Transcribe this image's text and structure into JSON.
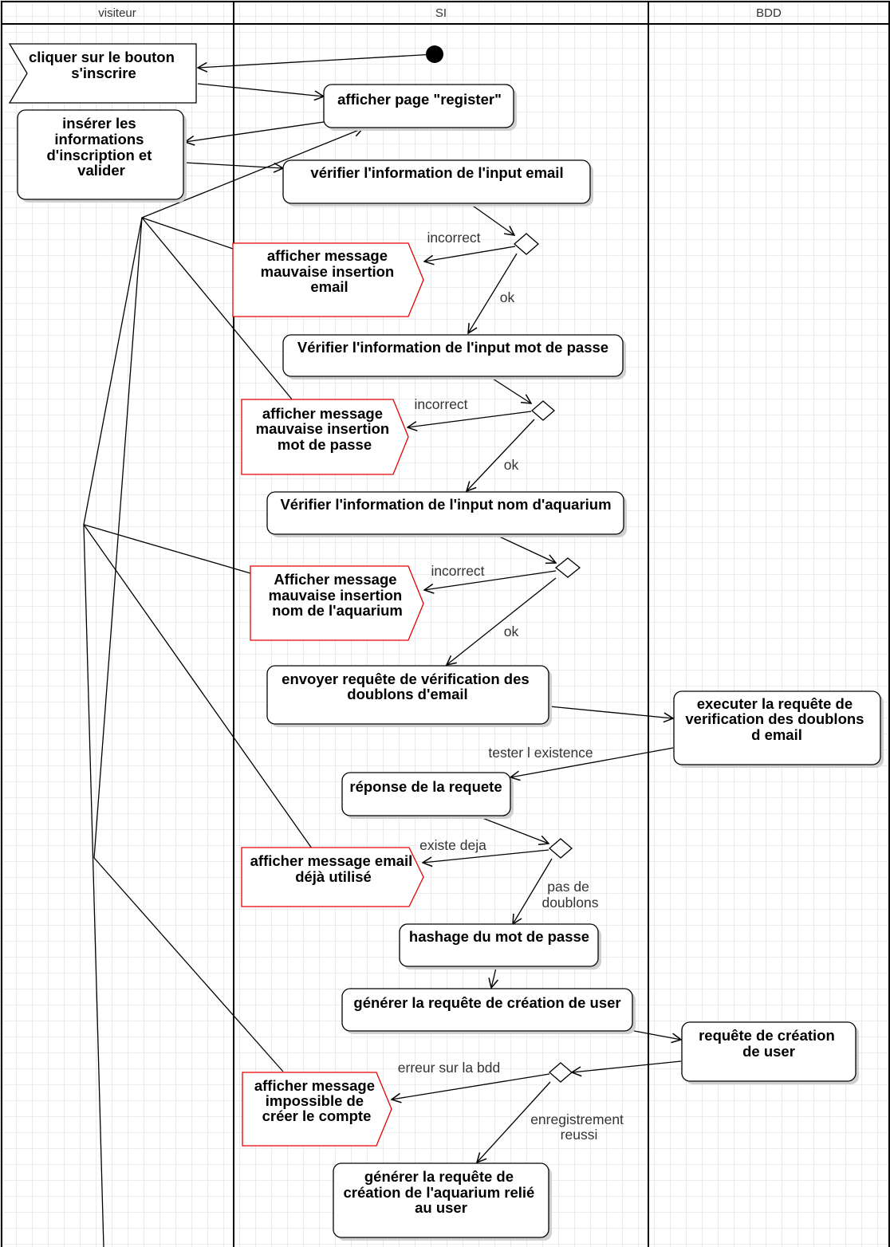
{
  "lanes": [
    {
      "id": "visitor",
      "title": "visiteur"
    },
    {
      "id": "system",
      "title": "SI"
    },
    {
      "id": "database",
      "title": "BDD"
    }
  ],
  "nodes": {
    "start": {
      "type": "initial-node"
    },
    "click_register": {
      "type": "event",
      "lines": [
        "cliquer sur le bouton",
        "s'inscrire"
      ]
    },
    "show_register_page": {
      "type": "action",
      "lines": [
        "afficher page \"register\""
      ]
    },
    "enter_info": {
      "type": "action",
      "lines": [
        "insérer les",
        "informations",
        "d'inscription et",
        "valider"
      ]
    },
    "check_email": {
      "type": "action",
      "lines": [
        "vérifier l'information de l'input email"
      ]
    },
    "msg_bad_email": {
      "type": "signal",
      "lines": [
        "afficher message",
        "mauvaise insertion",
        "email"
      ]
    },
    "check_password": {
      "type": "action",
      "lines": [
        "Vérifier l'information de l'input mot de passe"
      ]
    },
    "msg_bad_password": {
      "type": "signal",
      "lines": [
        "afficher message",
        "mauvaise insertion",
        "mot de passe"
      ]
    },
    "check_aquarium": {
      "type": "action",
      "lines": [
        "Vérifier l'information de l'input nom d'aquarium"
      ]
    },
    "msg_bad_aquarium": {
      "type": "signal",
      "lines": [
        "Afficher message",
        "mauvaise insertion",
        "nom de l'aquarium"
      ]
    },
    "send_duplicate_query": {
      "type": "action",
      "lines": [
        "envoyer requête de vérification des",
        "doublons d'email"
      ]
    },
    "run_duplicate_query": {
      "type": "action",
      "lines": [
        "executer la requête de",
        "verification des doublons",
        "d email"
      ]
    },
    "query_response": {
      "type": "action",
      "lines": [
        "réponse de la requete"
      ]
    },
    "msg_email_used": {
      "type": "signal",
      "lines": [
        "afficher message email",
        "déjà utilisé"
      ]
    },
    "hash_password": {
      "type": "action",
      "lines": [
        "hashage du mot de passe"
      ]
    },
    "generate_user_query": {
      "type": "action",
      "lines": [
        "générer la requête de création de user"
      ]
    },
    "user_creation_query": {
      "type": "action",
      "lines": [
        "requête de création",
        "de user"
      ]
    },
    "msg_cannot_create": {
      "type": "signal",
      "lines": [
        "afficher message",
        "impossible de",
        "créer le compte"
      ]
    },
    "generate_aquarium_query": {
      "type": "action",
      "lines": [
        "générer la requête de",
        "création de l'aquarium relié",
        "au user"
      ]
    }
  },
  "edge_labels": {
    "email_incorrect": "incorrect",
    "email_ok": "ok",
    "password_incorrect": "incorrect",
    "password_ok": "ok",
    "aquarium_incorrect": "incorrect",
    "aquarium_ok": "ok",
    "test_existence": "tester l existence",
    "exists_already": "existe deja",
    "no_duplicates": [
      "pas de",
      "doublons"
    ],
    "db_error": "erreur sur la bdd",
    "registration_success": [
      "enregistrement",
      "reussi"
    ]
  },
  "colors": {
    "stroke": "#000000",
    "signal_stroke": "#e60000",
    "lane_title": "#333333",
    "edge_label": "#333333",
    "node_fill": "#ffffff",
    "shadow": "#d0d0d0"
  }
}
